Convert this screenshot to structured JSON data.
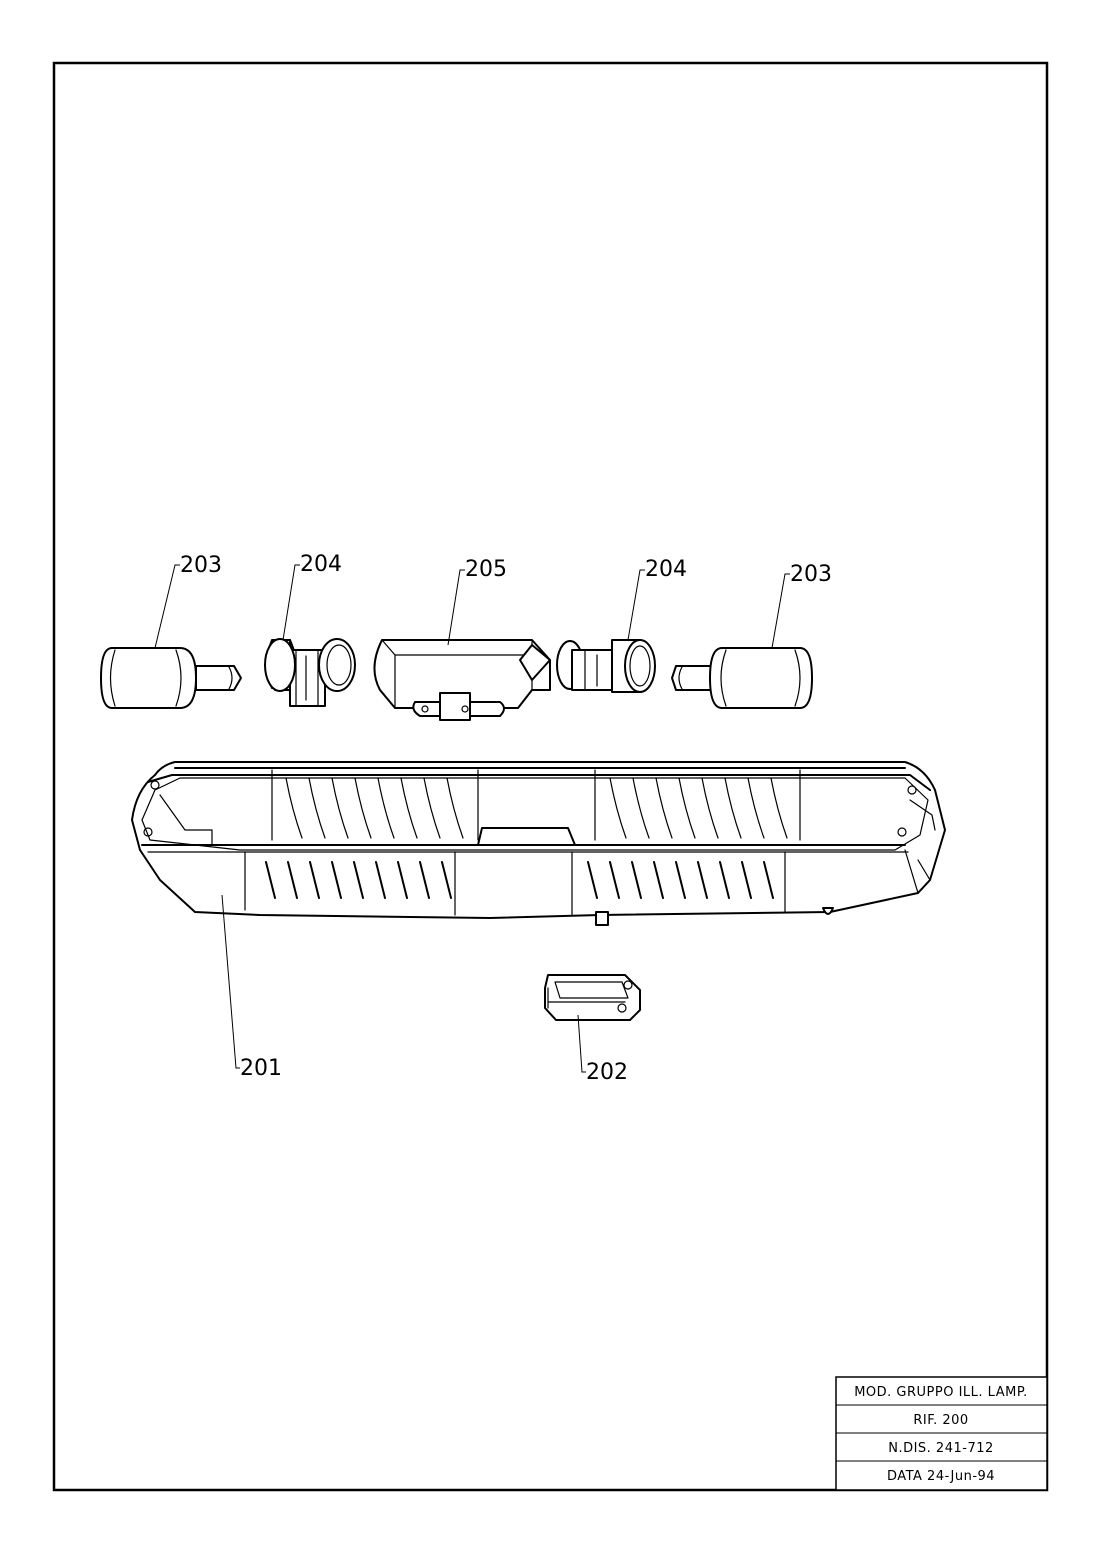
{
  "drawing": {
    "callouts": [
      {
        "id": "c203a",
        "label": "203"
      },
      {
        "id": "c204a",
        "label": "204"
      },
      {
        "id": "c205",
        "label": "205"
      },
      {
        "id": "c204b",
        "label": "204"
      },
      {
        "id": "c203b",
        "label": "203"
      },
      {
        "id": "c201",
        "label": "201"
      },
      {
        "id": "c202",
        "label": "202"
      }
    ]
  },
  "title_block": {
    "model": "MOD. GRUPPO ILL. LAMP.",
    "reference": "RIF. 200",
    "drawing_number": "N.DIS. 241-712",
    "date": "DATA 24-Jun-94"
  }
}
